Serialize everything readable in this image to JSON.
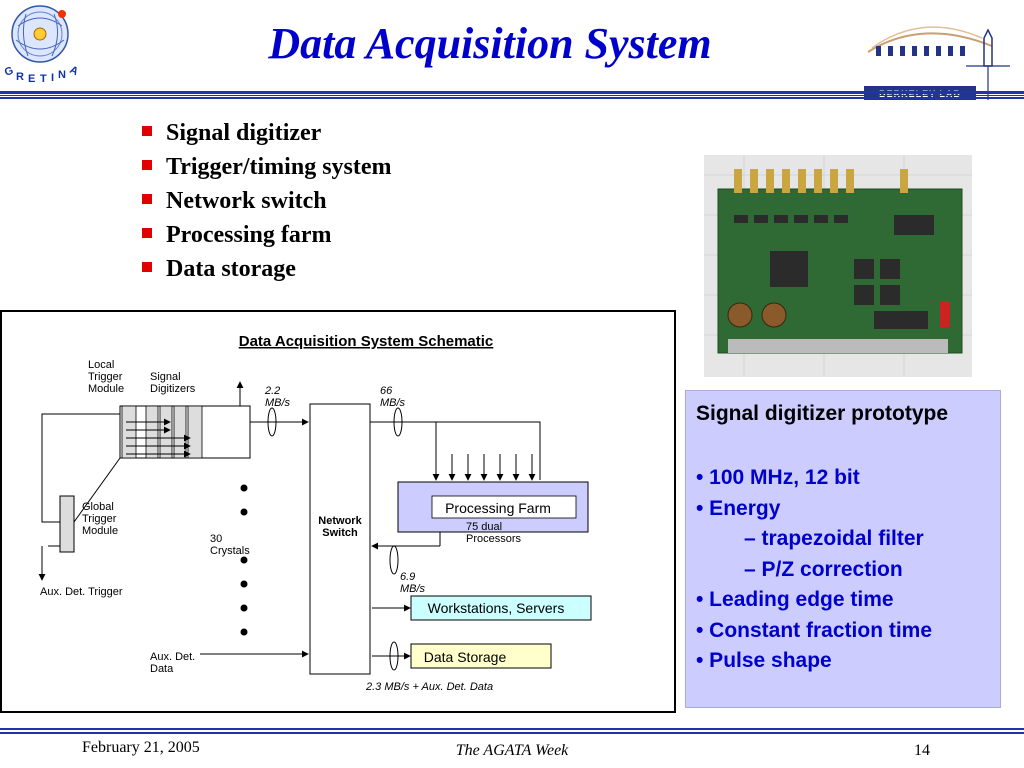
{
  "title": "Data Acquisition System",
  "bullets": [
    "Signal digitizer",
    "Trigger/timing system",
    "Network switch",
    "Processing farm",
    "Data storage"
  ],
  "logos": {
    "left": "GRETINA",
    "right": "BERKELEY LAB"
  },
  "schematic": {
    "title": "Data Acquisition System Schematic",
    "local_trigger": "Local\nTrigger\nModule",
    "signal_digitizers": "Signal\nDigitizers",
    "global_trigger": "Global\nTrigger\nModule",
    "crystals": "30\nCrystals",
    "aux_trigger": "Aux. Det. Trigger",
    "aux_data": "Aux. Det.\nData",
    "rate_a": "2.2\nMB/s",
    "rate_b": "66\nMB/s",
    "rate_c": "6.9\nMB/s",
    "rate_d": "2.3 MB/s + Aux. Det. Data",
    "network_switch": "Network\nSwitch",
    "processing_farm": "Processing Farm",
    "processors": "75 dual\nProcessors",
    "workstations": "Workstations, Servers",
    "data_storage": "Data Storage"
  },
  "info": {
    "title": "Signal digitizer prototype",
    "lines": [
      {
        "text": "• 100 MHz, 12 bit",
        "indent": false
      },
      {
        "text": "• Energy",
        "indent": false
      },
      {
        "text": "– trapezoidal filter",
        "indent": true
      },
      {
        "text": "– P/Z correction",
        "indent": true
      },
      {
        "text": "• Leading edge time",
        "indent": false
      },
      {
        "text": "• Constant fraction time",
        "indent": false
      },
      {
        "text": "• Pulse shape",
        "indent": false
      }
    ]
  },
  "footer": {
    "date": "February 21, 2005",
    "center": "The AGATA Week",
    "page": "14"
  },
  "colors": {
    "title": "#0000cc",
    "bar": "#2233aa",
    "bullet": "#e00000",
    "info_bg": "#ccccff",
    "farm_bg": "#ccccff",
    "storage_bg": "#ffffcc"
  }
}
